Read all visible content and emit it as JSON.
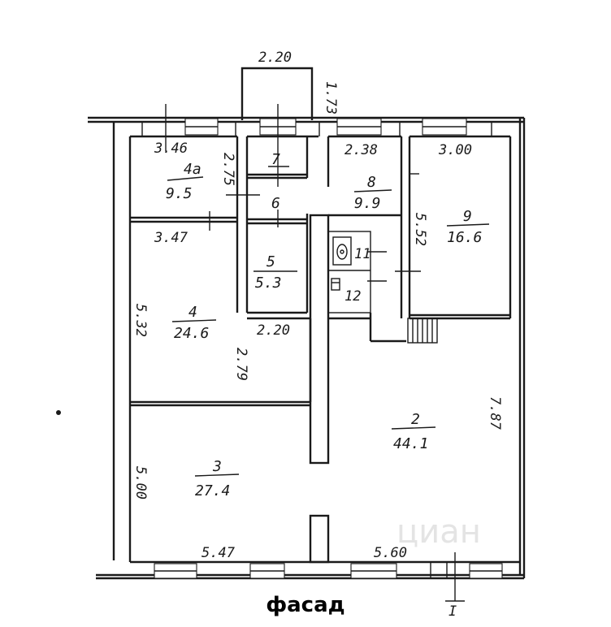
{
  "caption": "фасад",
  "watermark": "циан",
  "axis_mark": "I",
  "rooms": [
    {
      "id": "r2",
      "number": "2",
      "area": "44.1"
    },
    {
      "id": "r3",
      "number": "3",
      "area": "27.4"
    },
    {
      "id": "r4",
      "number": "4",
      "area": "24.6"
    },
    {
      "id": "r4a",
      "number": "4a",
      "area": "9.5"
    },
    {
      "id": "r5",
      "number": "5",
      "area": "5.3"
    },
    {
      "id": "r6",
      "number": "6",
      "area": ""
    },
    {
      "id": "r7",
      "number": "7",
      "area": ""
    },
    {
      "id": "r8",
      "number": "8",
      "area": "9.9"
    },
    {
      "id": "r9",
      "number": "9",
      "area": "16.6"
    },
    {
      "id": "r11",
      "number": "11",
      "area": ""
    },
    {
      "id": "r12",
      "number": "12",
      "area": ""
    }
  ],
  "dimensions": [
    {
      "id": "d-porch-w",
      "text": "2.20"
    },
    {
      "id": "d-porch-h",
      "text": "1.73"
    },
    {
      "id": "d-4a-w",
      "text": "3.46"
    },
    {
      "id": "d-4a-h",
      "text": "2.75"
    },
    {
      "id": "d-8-w",
      "text": "2.38"
    },
    {
      "id": "d-9-w",
      "text": "3.00"
    },
    {
      "id": "d-9-h",
      "text": "5.52"
    },
    {
      "id": "d-4-w",
      "text": "3.47"
    },
    {
      "id": "d-4-h",
      "text": "5.32"
    },
    {
      "id": "d-4-inner-w",
      "text": "2.20"
    },
    {
      "id": "d-4-inner-h",
      "text": "2.79"
    },
    {
      "id": "d-2-h",
      "text": "7.87"
    },
    {
      "id": "d-3-h",
      "text": "5.00"
    },
    {
      "id": "d-3-w",
      "text": "5.47"
    },
    {
      "id": "d-2-w",
      "text": "5.60"
    }
  ]
}
